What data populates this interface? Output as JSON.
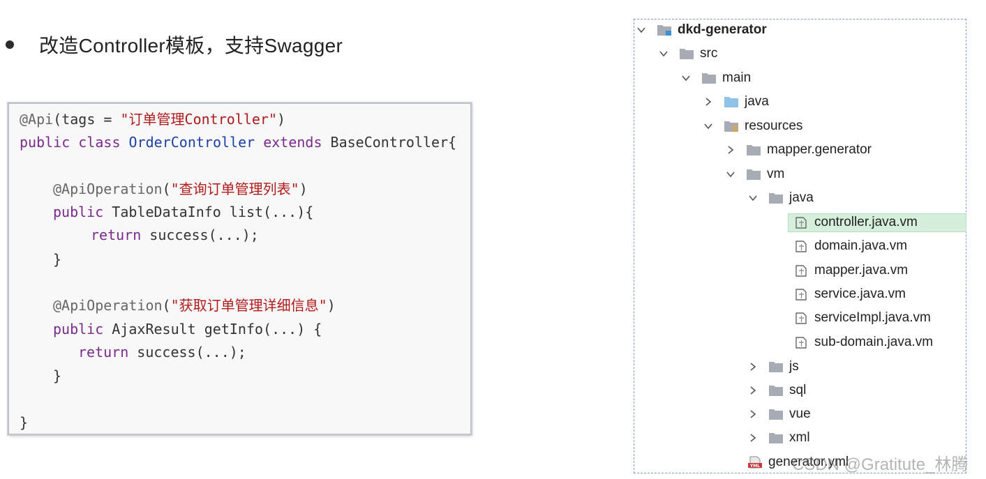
{
  "bullet": {
    "text": "改造Controller模板，支持Swagger"
  },
  "code": {
    "l1_ann": "@Api",
    "l1_a": "(tags = ",
    "l1_str": "\"订单管理Controller\"",
    "l1_b": ")",
    "l2_kw": "public class ",
    "l2_cls": "OrderController",
    "l2_kw2": " extends ",
    "l2_rest": "BaseController{",
    "l3_ann": "@ApiOperation",
    "l3_a": "(",
    "l3_str": "\"查询订单管理列表\"",
    "l3_b": ")",
    "l4_kw": "public ",
    "l4_rest": "TableDataInfo list(...){",
    "l5_kw": "return ",
    "l5_rest": "success(...);",
    "l6": "}",
    "l7_ann": "@ApiOperation",
    "l7_a": "(",
    "l7_str": "\"获取订单管理详细信息\"",
    "l7_b": ")",
    "l8_kw": "public ",
    "l8_rest": "AjaxResult getInfo(...) {",
    "l9_kw": "return ",
    "l9_rest": "success(...);",
    "l10": "}",
    "l11": "}"
  },
  "tree": {
    "root": "dkd-generator",
    "src": "src",
    "main": "main",
    "java": "java",
    "resources": "resources",
    "mapper_generator": "mapper.generator",
    "vm": "vm",
    "vm_java": "java",
    "files": {
      "controller": "controller.java.vm",
      "domain": "domain.java.vm",
      "mapper": "mapper.java.vm",
      "service": "service.java.vm",
      "serviceimpl": "serviceImpl.java.vm",
      "subdomain": "sub-domain.java.vm"
    },
    "js": "js",
    "sql": "sql",
    "vue": "vue",
    "xml": "xml",
    "yml": "generator.yml",
    "yml_badge": "YML",
    "selected": "controller.java.vm"
  },
  "watermark": "CSDN @Gratitute_林腾",
  "colors": {
    "selected": "#d6efdc",
    "folder": "#a7abb3",
    "source_folder": "#8fc3e8",
    "keyword": "#7a2a8c",
    "string": "#b11a1a",
    "class": "#1c3fa8"
  }
}
